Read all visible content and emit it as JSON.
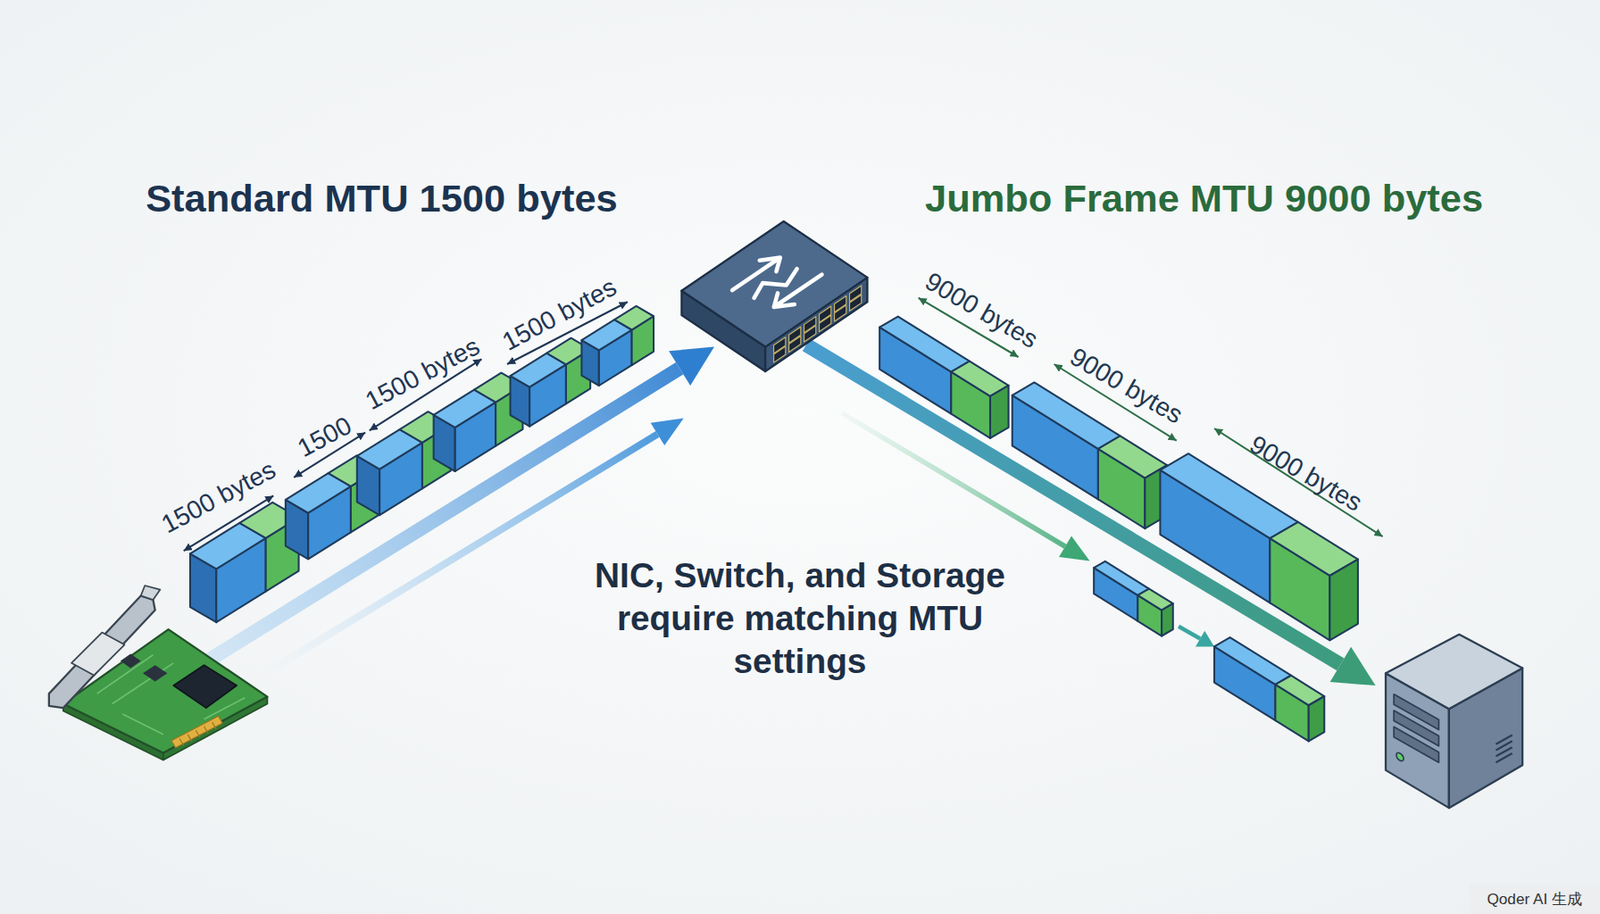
{
  "diagram": {
    "labels": [
      "Standard MTU 1500 bytes",
      "Jumbo Frame MTU 9000 bytes",
      "1500 bytes",
      "9000 bytes",
      "1500 bytes",
      "1500",
      "9000 bytes",
      "9000 bytes",
      "1500 bytes",
      "NIC, Switch, and Storage require matching MTU settings",
      "Qoder AI 生成"
    ]
  }
}
